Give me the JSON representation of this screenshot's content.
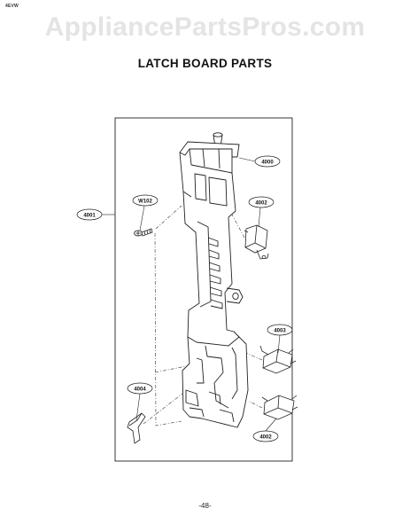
{
  "header": {
    "corner_mark": "4EVW",
    "watermark": "AppliancePartsPros.com",
    "title": "LATCH BOARD PARTS"
  },
  "footer": {
    "page_number": "-48-"
  },
  "diagram": {
    "callouts": {
      "c4000": "4000",
      "c4001": "4001",
      "cW102": "W102",
      "c4002_top": "4002",
      "c4003": "4003",
      "c4004": "4004",
      "c4002_bottom": "4002"
    }
  }
}
